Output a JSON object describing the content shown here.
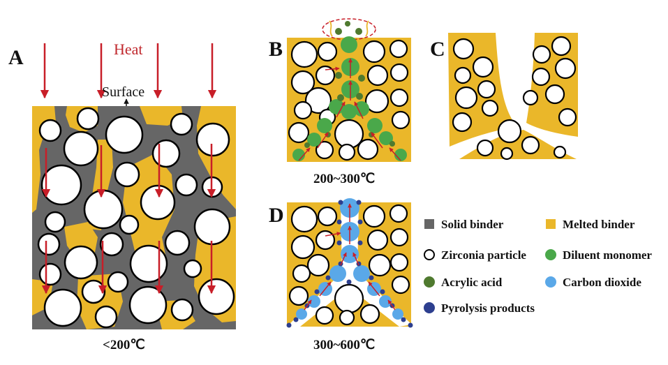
{
  "panels": {
    "a": {
      "letter": "A",
      "heat": "Heat",
      "surface": "Surface",
      "temperature": "<200℃"
    },
    "b": {
      "letter": "B",
      "temperature": "200~300℃"
    },
    "c": {
      "letter": "C"
    },
    "d": {
      "letter": "D",
      "temperature": "300~600℃"
    }
  },
  "legend": [
    {
      "key": "solid_binder",
      "label": "Solid binder",
      "symbol": "square",
      "color": "#666666"
    },
    {
      "key": "melted_binder",
      "label": "Melted binder",
      "symbol": "square",
      "color": "#eab72a"
    },
    {
      "key": "zirconia",
      "label": "Zirconia particle",
      "symbol": "open-circle",
      "color": "#000000"
    },
    {
      "key": "diluent",
      "label": "Diluent monomer",
      "symbol": "circle",
      "color": "#4aa84a"
    },
    {
      "key": "acrylic",
      "label": "Acrylic acid",
      "symbol": "circle",
      "color": "#4f7a2f"
    },
    {
      "key": "co2",
      "label": "Carbon dioxide",
      "symbol": "circle",
      "color": "#5aa8e8"
    },
    {
      "key": "pyrolysis",
      "label": "Pyrolysis products",
      "symbol": "circle",
      "color": "#2d3f8f"
    }
  ],
  "colors": {
    "solid_binder": "#666666",
    "melted_binder": "#eab72a",
    "arrow": "#c81e28",
    "diluent": "#4aa84a",
    "acrylic": "#4f7a2f",
    "co2": "#5aa8e8",
    "pyrolysis": "#2d3f8f"
  }
}
